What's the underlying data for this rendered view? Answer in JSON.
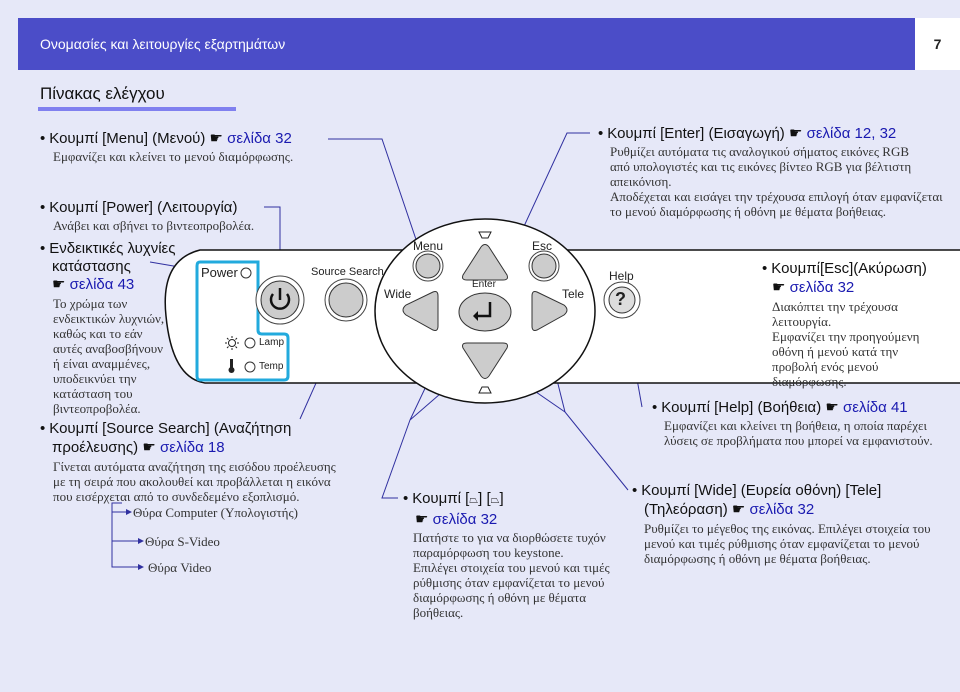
{
  "header": {
    "section": "Ονομασίες και λειτουργίες εξαρτημάτων",
    "page": "7"
  },
  "title": "Πίνακας ελέγχου",
  "items": {
    "menu": {
      "heading": "Κουμπί [Menu] (Μενού)",
      "ref": "σελίδα 32",
      "desc": "Εμφανίζει και κλείνει το μενού διαμόρφωσης."
    },
    "power": {
      "heading": "Κουμπί [Power] (Λειτουργία)",
      "desc": "Ανάβει και σβήνει το βιντεοπροβολέα."
    },
    "indicators": {
      "heading1": "Ενδεικτικές λυχνίες",
      "heading2": "κατάστασης",
      "ref": "σελίδα 43",
      "desc": [
        "Το χρώμα των",
        "ενδεικτικών λυχνιών,",
        "καθώς και το εάν",
        "αυτές αναβοσβήνουν",
        "ή είναι αναμμένες,",
        "υποδεικνύει την",
        "κατάσταση του",
        "βιντεοπροβολέα."
      ]
    },
    "source": {
      "heading1": "Κουμπί [Source Search] (Αναζήτηση",
      "heading2": "προέλευσης)",
      "ref": "σελίδα 18",
      "desc": [
        "Γίνεται αυτόματα αναζήτηση της εισόδου προέλευσης",
        "με τη σειρά που ακολουθεί και προβάλλεται η εικόνα",
        "που εισέρχεται από το συνδεδεμένο εξοπλισμό."
      ],
      "flow": [
        "Θύρα Computer (Υπολογιστής)",
        "Θύρα S-Video",
        "Θύρα Video"
      ]
    },
    "enter": {
      "heading": "Κουμπί [Enter] (Εισαγωγή)",
      "ref": "σελίδα 12, 32",
      "desc": [
        "Ρυθμίζει αυτόματα τις αναλογικού σήματος εικόνες RGB",
        "από υπολογιστές και τις εικόνες βίντεο RGB για βέλτιστη",
        "απεικόνιση.",
        "Αποδέχεται και εισάγει την τρέχουσα επιλογή όταν εμφανίζεται",
        "το μενού διαμόρφωσης ή οθόνη με θέματα βοήθειας."
      ]
    },
    "esc": {
      "heading": "Κουμπί[Esc](Ακύρωση)",
      "ref": "σελίδα 32",
      "desc": [
        "Διακόπτει την τρέχουσα",
        "λειτουργία.",
        "Εμφανίζει την προηγούμενη",
        "οθόνη ή μενού κατά την",
        "προβολή ενός μενού",
        "διαμόρφωσης."
      ]
    },
    "help": {
      "heading": "Κουμπί [Help] (Βοήθεια)",
      "ref": "σελίδα 41",
      "desc": [
        "Εμφανίζει και κλείνει τη βοήθεια, η οποία παρέχει",
        "λύσεις σε προβλήματα που μπορεί να εμφανιστούν."
      ]
    },
    "widetele": {
      "heading1": "Κουμπί [Wide] (Ευρεία οθόνη) [Tele]",
      "heading2": "(Τηλεόραση)",
      "ref": "σελίδα 32",
      "desc": [
        "Ρυθμίζει το μέγεθος της εικόνας. Επιλέγει στοιχεία του",
        "μενού και τιμές ρύθμισης όταν εμφανίζεται το μενού",
        "διαμόρφωσης ή οθόνη με θέματα βοήθειας."
      ]
    },
    "keystone": {
      "heading_prefix": "Κουμπί [",
      "heading_mid": "] [",
      "heading_suffix": "]",
      "ref": "σελίδα 32",
      "desc": [
        "Πατήστε το για να διορθώσετε τυχόν",
        "παραμόρφωση του keystone.",
        "Επιλέγει στοιχεία του μενού και τιμές",
        "ρύθμισης όταν εμφανίζεται το μενού",
        "διαμόρφωσης ή οθόνη με θέματα",
        "βοήθειας."
      ]
    }
  },
  "panel": {
    "power": "Power",
    "lamp": "Lamp",
    "temp": "Temp",
    "source_search": "Source Search",
    "menu": "Menu",
    "esc": "Esc",
    "enter": "Enter",
    "wide": "Wide",
    "tele": "Tele",
    "help": "Help",
    "help_glyph": "?"
  },
  "colors": {
    "header": "#4b4dc8",
    "link": "#1a1ab0",
    "indicator_box": "#22aadd",
    "leader": "#3030a0"
  }
}
